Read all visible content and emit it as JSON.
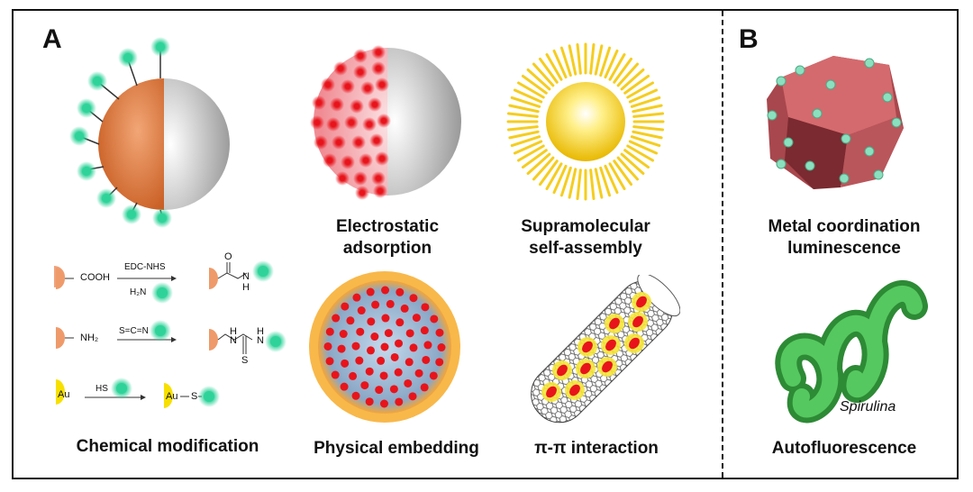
{
  "panels": {
    "a": {
      "letter": "A"
    },
    "b": {
      "letter": "B"
    }
  },
  "captions": {
    "chemical_modification": "Chemical modification",
    "electrostatic_line1": "Electrostatic",
    "electrostatic_line2": "adsorption",
    "supramolecular_line1": "Supramolecular",
    "supramolecular_line2": "self-assembly",
    "physical_embedding": "Physical embedding",
    "pi_pi": "π-π interaction",
    "metal_line1": "Metal coordination",
    "metal_line2": "luminescence",
    "autofluorescence": "Autofluorescence"
  },
  "labels": {
    "spirulina": "Spirulina"
  },
  "reactions": {
    "r1": {
      "reactant": "COOH",
      "reagent_top": "EDC-NHS",
      "reagent_bottom": "H₂N",
      "product_o": "O",
      "product_n": "N",
      "product_h": "H"
    },
    "r2": {
      "reactant": "NH₂",
      "reagent_top": "S=C=N",
      "product_nh1": "N",
      "product_h1": "H",
      "product_nh2": "N",
      "product_h2": "H",
      "product_s": "S"
    },
    "r3": {
      "reactant": "Au",
      "reagent_top": "HS",
      "product_au": "Au",
      "product_s": "S"
    }
  },
  "colors": {
    "copper": "#d9733b",
    "silver": "#c8c8c8",
    "green_dot": "#2fd39a",
    "red_dot": "#e8141b",
    "gold": "#f4c400",
    "maroon": "#b84a50",
    "spring": "#3cb045"
  }
}
